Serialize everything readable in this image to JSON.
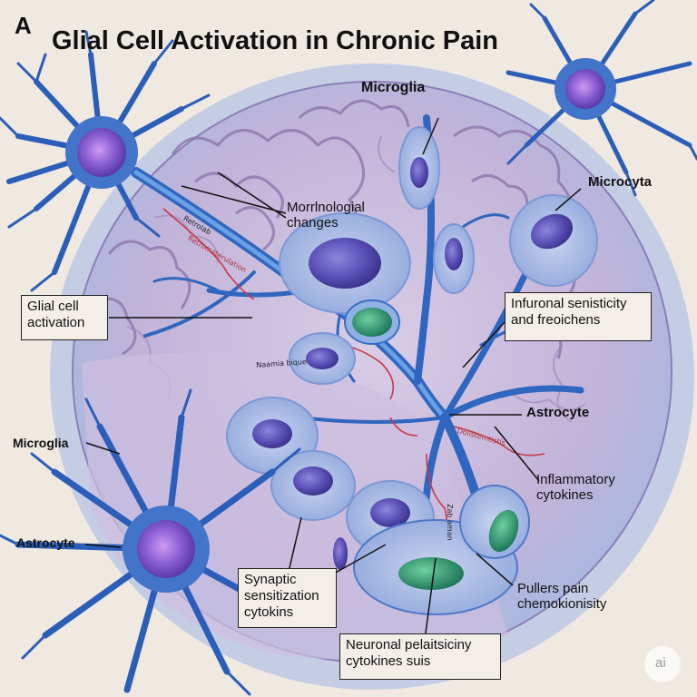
{
  "figure": {
    "panel_letter": "A",
    "title": "Glial Cell Activation in Chronic Pain"
  },
  "labels": {
    "microglia_top": "Microglia",
    "microcyta": "Microcyta",
    "morphological": "Morrlnologial changes",
    "glial_activation": "Glial cell activation",
    "infuronal": "Infuronal senisticity and freoichens",
    "astrocyte_right": "Astrocyte",
    "inflammatory": "Inflammatory cytokines",
    "microglia_left": "Microglia",
    "astrocyte_left": "Astrocyte",
    "synaptic": "Synaptic sensitization cytokins",
    "puller": "Pullers pain chemokionisity",
    "neuronal": "Neuronal pelaitsiciny cytokines suis",
    "tiny_1": "Retrolab",
    "tiny_2": "Retromaterulation",
    "tiny_3": "Naamia bique",
    "tiny_4": "Dolistemtistis",
    "tiny_5": "Zab aman",
    "watermark": "ai"
  },
  "colors": {
    "background": "#efe9e2",
    "tissue": "#c3b5d9",
    "cell_membrane": "#3c78c8",
    "nucleus": "#5e5ab8",
    "green_nucleus": "#2f9e78",
    "cytokine_red": "#c83a44"
  }
}
